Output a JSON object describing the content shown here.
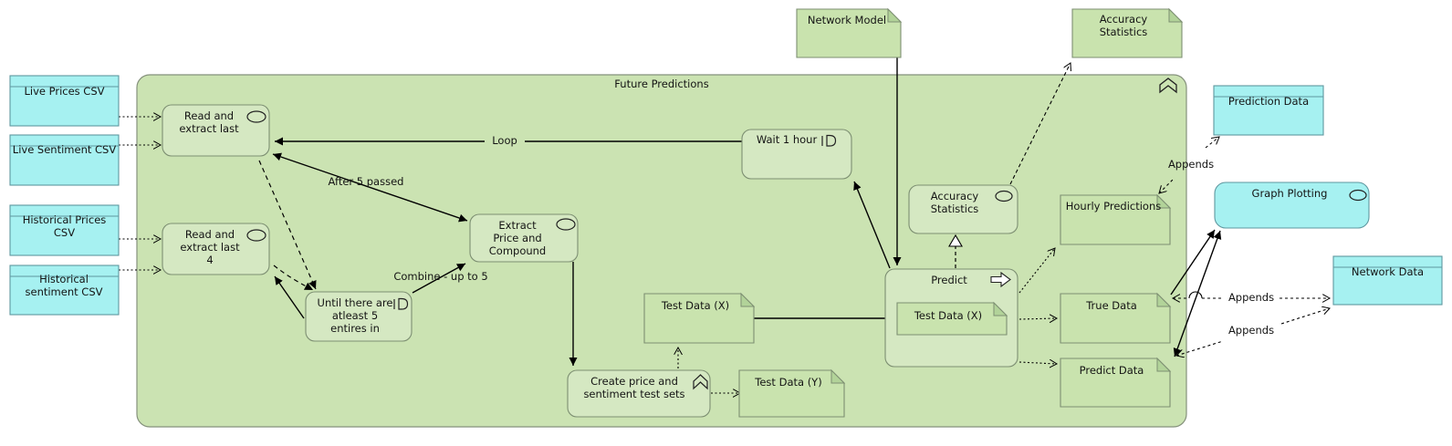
{
  "colors": {
    "container_fill": "#cbe3b2",
    "node_fill": "#d5e8c2",
    "note_fill": "#c9e3ae",
    "note_fold": "#b2d399",
    "data_object_fill": "#a6f1f1",
    "green_border": "#7d8f72",
    "cyan_border": "#5f98a0",
    "edge": "#000000"
  },
  "container": {
    "title": "Future Predictions"
  },
  "sources": {
    "live_prices": "Live Prices CSV",
    "live_sentiment": "Live Sentiment CSV",
    "historical_prices": "Historical Prices CSV",
    "historical_sentiment": "Historical sentiment CSV"
  },
  "nodes": {
    "read_extract_last": "Read and extract last",
    "read_extract_last_4": "Read and extract last 4",
    "until_there": "Until there are atleast 5 entires in",
    "extract_price": "Extract Price and Compound",
    "wait_1_hour": "Wait 1 hour",
    "accuracy_statistics": "Accuracy Statistics",
    "predict": "Predict",
    "create_test_sets": "Create price and sentiment test sets",
    "graph_plotting": "Graph Plotting"
  },
  "notes": {
    "network_model": "Network Model",
    "accuracy_statistics": "Accuracy Statistics",
    "test_data_x": "Test Data (X)",
    "test_data_y": "Test Data (Y)",
    "test_data_x_inner": "Test Data (X)",
    "hourly_predictions": "Hourly Predictions",
    "true_data": "True Data",
    "predict_data": "Predict Data"
  },
  "data_objects": {
    "prediction_data": "Prediction Data",
    "network_data": "Network Data"
  },
  "edge_labels": {
    "loop": "Loop",
    "after_5_passed": "After 5 passed",
    "combine_up_to_5": "Combine - up to 5",
    "appends_prediction": "Appends",
    "appends_true": "Appends",
    "appends_predict": "Appends"
  }
}
